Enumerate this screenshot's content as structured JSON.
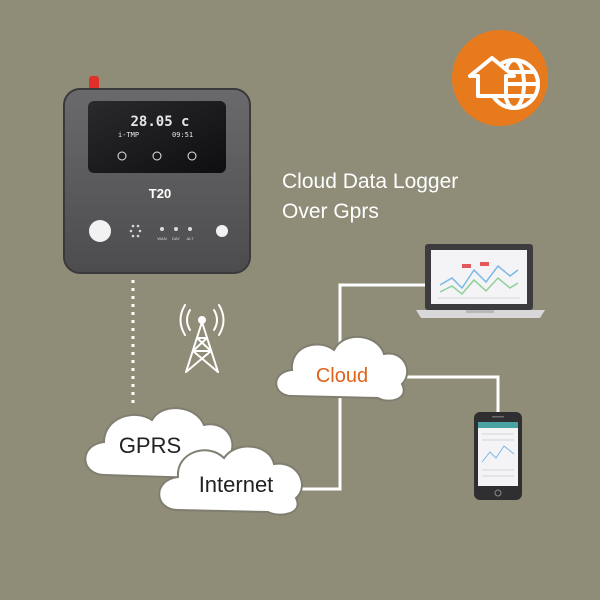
{
  "title": {
    "line1": "Cloud Data Logger",
    "line2": "Over Gprs"
  },
  "device": {
    "model": "T20",
    "display_value": "28.05 c",
    "display_label": "i-TMP",
    "display_time": "09:51",
    "led_labels": [
      "WAN",
      "DAY",
      "ALT"
    ]
  },
  "clouds": {
    "gprs": "GPRS",
    "internet": "Internet",
    "cloud": "Cloud"
  },
  "colors": {
    "background": "#8f8d78",
    "device_body": "#5a5a5c",
    "cloud_text_accent": "#e0621b",
    "badge": "#e87a1e",
    "antenna_tip": "#e0302a"
  },
  "icons": {
    "badge": "home-globe-icon",
    "tower": "cell-tower-icon",
    "laptop": "laptop-icon",
    "phone": "smartphone-icon"
  }
}
